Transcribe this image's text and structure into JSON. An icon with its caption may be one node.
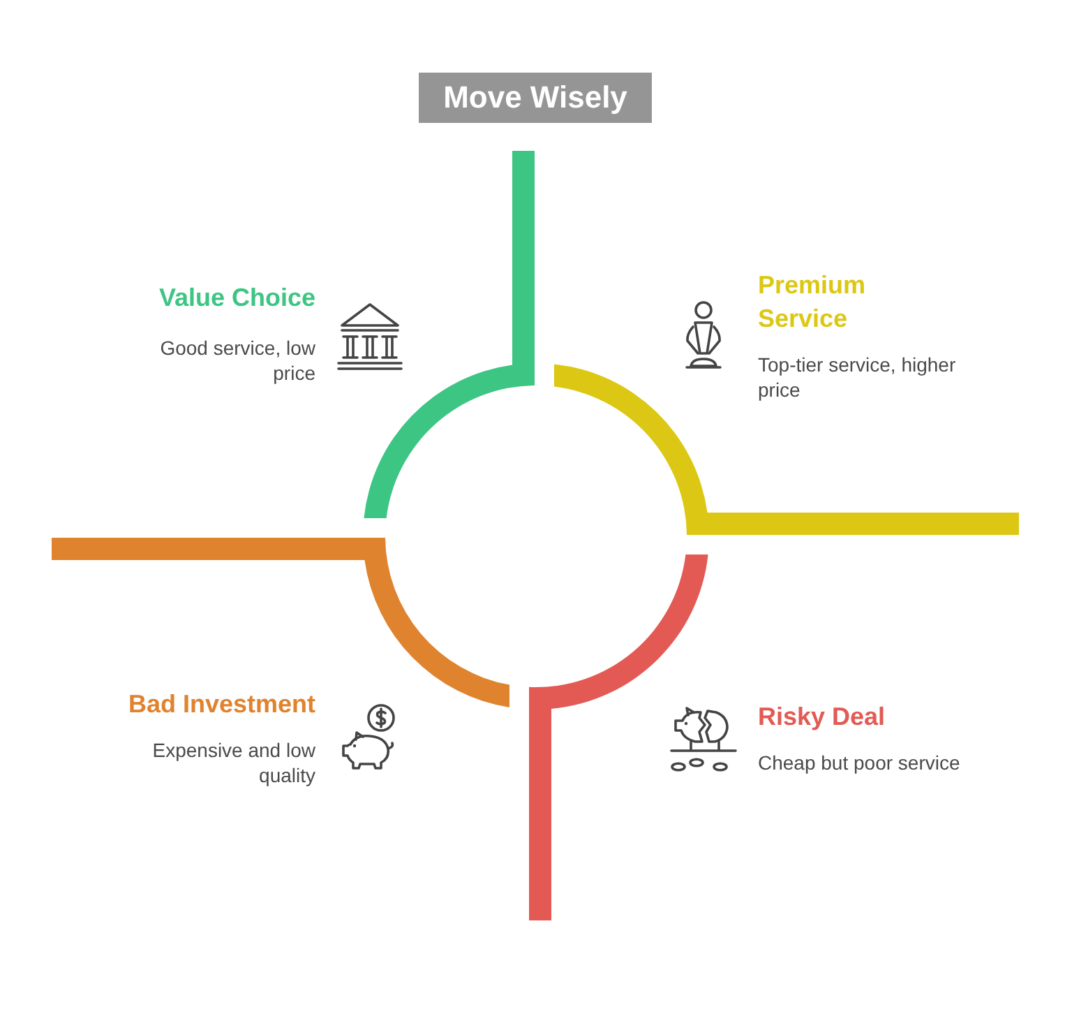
{
  "diagram": {
    "title": "Move Wisely",
    "nodes": [
      {
        "text": [
          "Value Choice",
          "Good service, low price"
        ]
      },
      {
        "text": [
          "Premium Service",
          "Top-tier service, higher price"
        ]
      },
      {
        "text": [
          "Bad Investment",
          "Expensive and low quality"
        ]
      },
      {
        "text": [
          "Risky Deal",
          "Cheap but poor service"
        ]
      }
    ]
  }
}
